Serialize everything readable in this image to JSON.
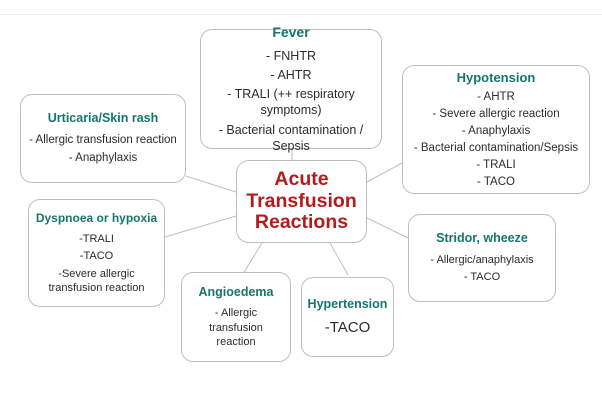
{
  "diagram": {
    "title": "Acute Transfusion Reactions",
    "colors": {
      "heading_teal": "#16756E",
      "centre_red": "#B41C1C",
      "box_border": "#BFBFBF",
      "body_text": "#2B2B2B",
      "background": "#FFFFFF"
    },
    "centre": {
      "name": "acute-transfusion-reactions",
      "lines": [
        "Acute",
        "Transfusion",
        "Reactions"
      ]
    },
    "nodes": [
      {
        "id": "fever",
        "title": "Fever",
        "items": [
          "- FNHTR",
          "- AHTR",
          "- TRALI (++ respiratory symptoms)",
          "- Bacterial contamination / Sepsis"
        ]
      },
      {
        "id": "hypotension",
        "title": "Hypotension",
        "items": [
          "- AHTR",
          "- Severe allergic reaction",
          "- Anaphylaxis",
          "- Bacterial contamination/Sepsis",
          "- TRALI",
          "- TACO"
        ]
      },
      {
        "id": "urticaria",
        "title": "Urticaria/Skin rash",
        "items": [
          "- Allergic transfusion reaction",
          "- Anaphylaxis"
        ]
      },
      {
        "id": "dyspnoea",
        "title": "Dyspnoea or hypoxia",
        "items": [
          "-TRALI",
          "-TACO",
          "-Severe allergic transfusion reaction"
        ]
      },
      {
        "id": "stridor",
        "title": "Stridor, wheeze",
        "items": [
          "- Allergic/anaphylaxis",
          "- TACO"
        ]
      },
      {
        "id": "angioedema",
        "title": "Angioedema",
        "items": [
          "- Allergic transfusion reaction"
        ]
      },
      {
        "id": "hypertension",
        "title": "Hypertension",
        "items": [
          "-TACO"
        ]
      }
    ],
    "edges": [
      {
        "from": "fever",
        "to": "centre"
      },
      {
        "from": "hypotension",
        "to": "centre"
      },
      {
        "from": "urticaria",
        "to": "centre"
      },
      {
        "from": "dyspnoea",
        "to": "centre"
      },
      {
        "from": "stridor",
        "to": "centre"
      },
      {
        "from": "angioedema",
        "to": "centre"
      },
      {
        "from": "hypertension",
        "to": "centre"
      }
    ]
  }
}
